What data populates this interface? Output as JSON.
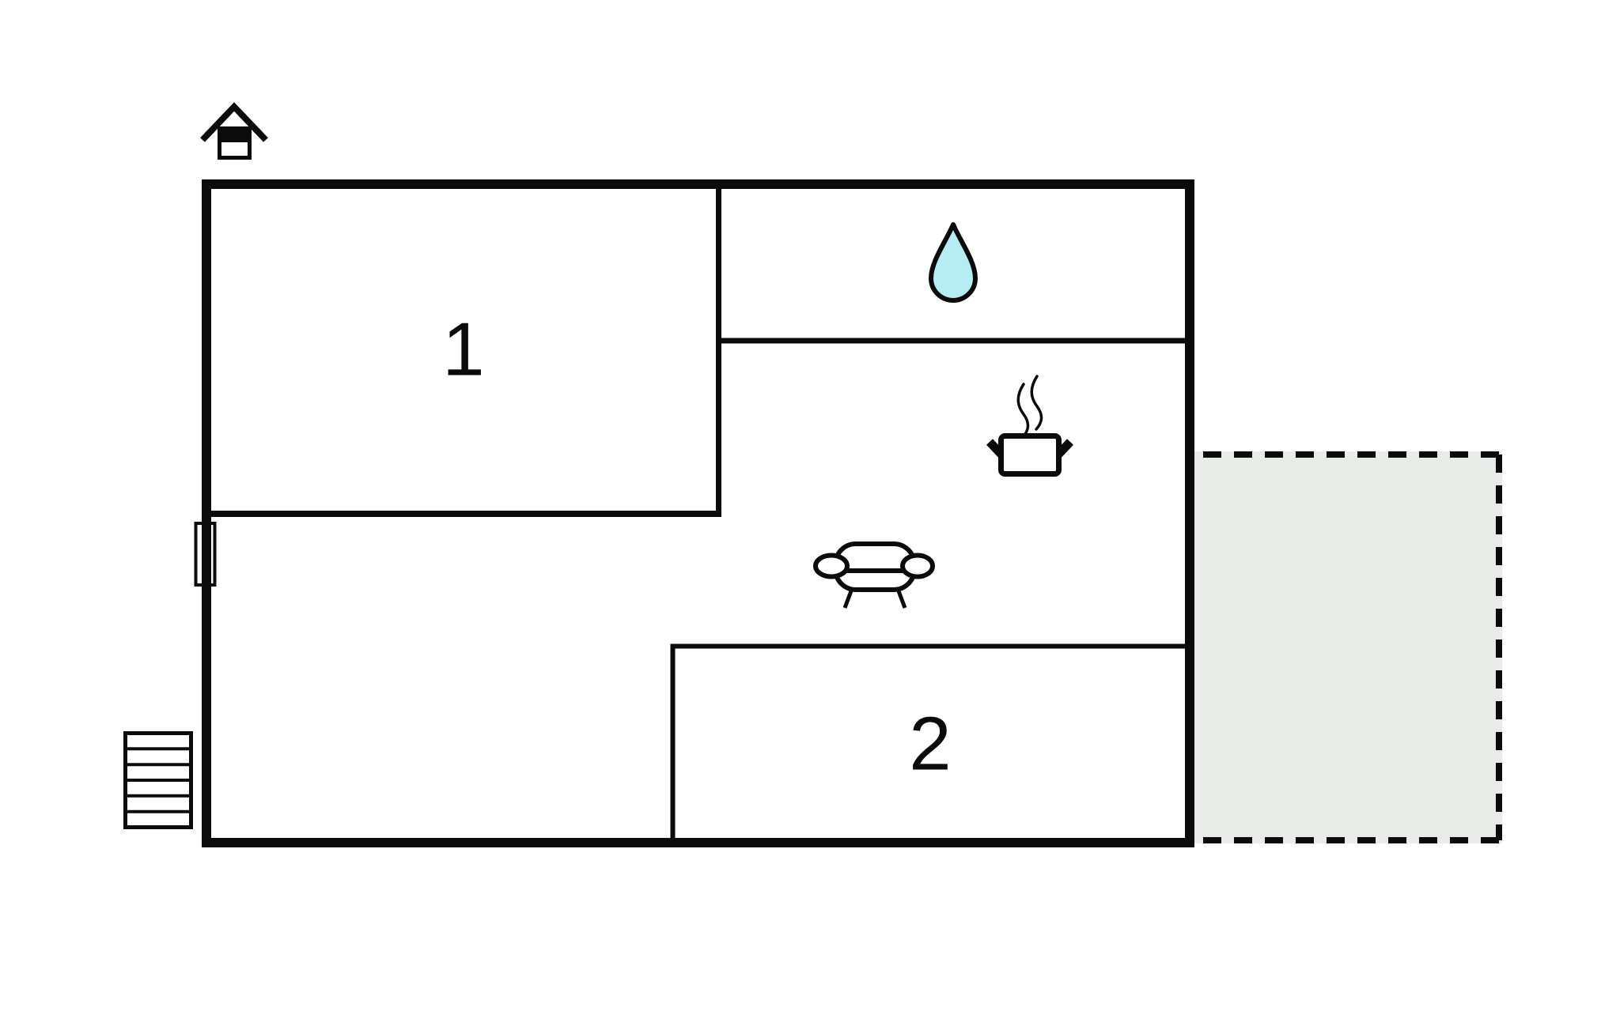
{
  "meta": {
    "type": "floor-plan",
    "background": "#ffffff"
  },
  "colors": {
    "wall": "#0b0b0b",
    "water_drop_fill": "#b5edf2",
    "terrace_fill": "#e8ece9",
    "white": "#ffffff"
  },
  "rooms": [
    {
      "label": "1"
    },
    {
      "label": "2"
    }
  ],
  "icons": {
    "house": "house-entrance-icon",
    "water_drop": "water-drop-icon",
    "cooking_pot": "cooking-pot-icon",
    "sofa": "sofa-icon",
    "stairs": "stairs-icon",
    "window": "window-icon",
    "terrace": "terrace-dashed-area"
  }
}
